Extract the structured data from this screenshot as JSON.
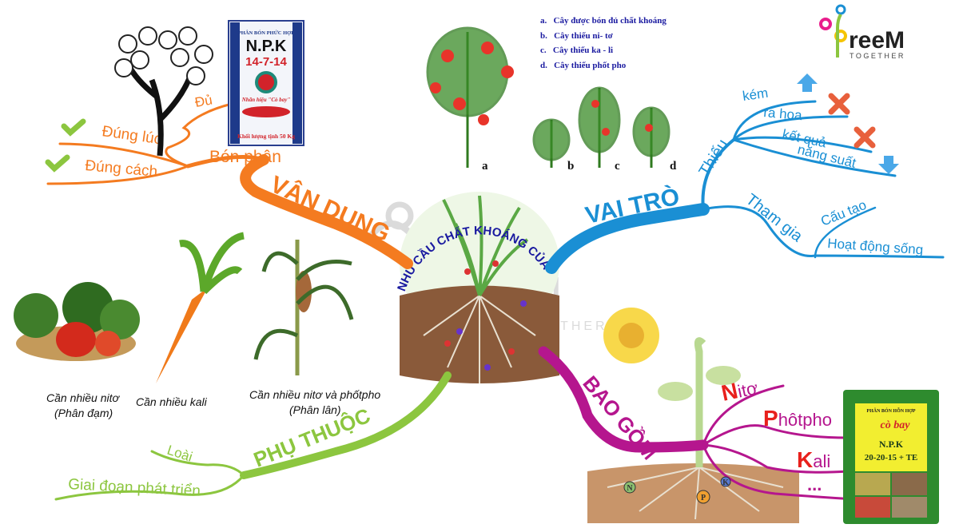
{
  "center": {
    "title": "NHU CẦU CHẤT KHOÁNG CỦA THỰC VẬT"
  },
  "logo": {
    "text": "reeM",
    "subtext": "TOGETHER",
    "watermark_text": "TOGETHER"
  },
  "colors": {
    "van_dung": "#f47b20",
    "vai_tro": "#1a8fd4",
    "phu_thuoc": "#8cc63f",
    "bao_gom": "#b5168e",
    "legend_text": "#1a1aa0",
    "accent_red": "#e8201c"
  },
  "legend": {
    "items": [
      "a.   Cây được bón đủ chất khoáng",
      "b.   Cây thiếu ni- tơ",
      "c.   Cây thiếu ka - li",
      "d.   Cây thiếu phốt pho"
    ],
    "plant_labels": [
      "a",
      "b",
      "c",
      "d"
    ]
  },
  "van_dung": {
    "label": "VẬN DỤNG",
    "sub": "Bón phân",
    "leaves": [
      "Đủ",
      "Đúng lúc",
      "Đúng cách"
    ],
    "bag": {
      "line1": "PHÂN BÓN PHỨC HỢP",
      "line2": "N.P.K",
      "line3": "14-7-14",
      "brand": "Nhãn hiệu \"Cò bay\"",
      "weight": "Khối lượng tịnh 50 Kg"
    }
  },
  "vai_tro": {
    "label": "VAI TRÒ",
    "thieu": {
      "label": "Thiếu",
      "leaves": [
        "kém",
        "ra hoa",
        "kết quả",
        "năng suất"
      ]
    },
    "tham_gia": {
      "label": "Tham gia",
      "leaves": [
        "Cấu tạo",
        "Hoạt động sống"
      ]
    }
  },
  "phu_thuoc": {
    "label": "PHỤ THUỘC",
    "leaves": [
      "Loài",
      "Giai đoạn phát triển"
    ],
    "captions": [
      {
        "line1": "Cần nhiều nitơ",
        "line2": "(Phân đạm)"
      },
      {
        "line1": "Cần nhiều kali",
        "line2": ""
      },
      {
        "line1": "Cần nhiều nitơ và phốtpho",
        "line2": "(Phân lân)"
      }
    ]
  },
  "bao_gom": {
    "label": "BAO GỒM",
    "leaves": [
      {
        "initial": "N",
        "rest": "itơ"
      },
      {
        "initial": "P",
        "rest": "hôtpho"
      },
      {
        "initial": "K",
        "rest": "ali"
      },
      {
        "initial": "",
        "rest": "..."
      }
    ],
    "soil_markers": [
      "N",
      "P",
      "K"
    ],
    "bag": {
      "line1": "PHÂN BÓN HỖN HỢP",
      "brand": "cò bay",
      "line2": "N.P.K",
      "line3": "20-20-15 + TE"
    }
  }
}
